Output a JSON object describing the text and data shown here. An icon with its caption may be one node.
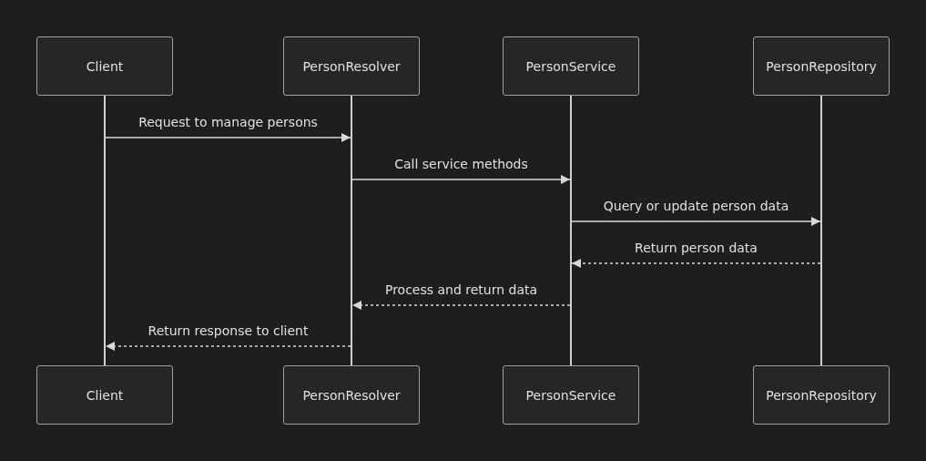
{
  "diagram": {
    "nodes": [
      {
        "text": [
          "Client"
        ]
      },
      {
        "text": [
          "PersonResolver"
        ]
      },
      {
        "text": [
          "PersonService"
        ]
      },
      {
        "text": [
          "PersonRepository"
        ]
      },
      {
        "text": [],
        "shape": "bar"
      },
      {
        "text": [],
        "shape": "bar"
      },
      {
        "text": [],
        "shape": "bar"
      },
      {
        "text": [],
        "shape": "bar"
      },
      {
        "text": [
          "Client"
        ]
      },
      {
        "text": [
          "PersonResolver"
        ]
      },
      {
        "text": [
          "PersonService"
        ]
      },
      {
        "text": [
          "PersonRepository"
        ]
      }
    ],
    "edges": [
      {
        "from": 4,
        "to": 5,
        "arrow": "to",
        "label": "Request to manage persons"
      },
      {
        "from": 5,
        "to": 6,
        "arrow": "to",
        "label": "Call service methods"
      },
      {
        "from": 6,
        "to": 7,
        "arrow": "to",
        "label": "Query or update person data"
      },
      {
        "from": 7,
        "to": 6,
        "arrow": "to",
        "label": "Return person data",
        "style": "dashed"
      },
      {
        "from": 6,
        "to": 5,
        "arrow": "to",
        "label": "Process and return data",
        "style": "dashed"
      },
      {
        "from": 5,
        "to": 4,
        "arrow": "to",
        "label": "Return response to client",
        "style": "dashed"
      }
    ]
  }
}
